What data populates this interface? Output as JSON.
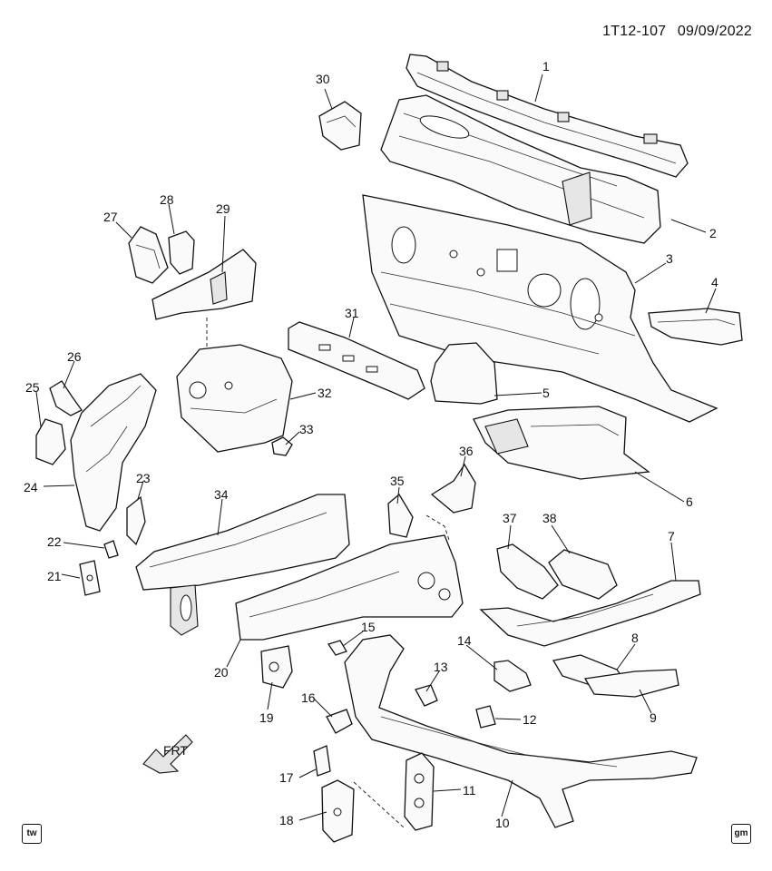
{
  "header": {
    "code": "1T12-107",
    "date": "09/09/2022"
  },
  "direction_label": "FRT",
  "badges": {
    "left": "tw",
    "right": "gm"
  },
  "callouts": {
    "n1": "1",
    "n2": "2",
    "n3": "3",
    "n4": "4",
    "n5": "5",
    "n6": "6",
    "n7": "7",
    "n8": "8",
    "n9": "9",
    "n10": "10",
    "n11": "11",
    "n12": "12",
    "n13": "13",
    "n14": "14",
    "n15": "15",
    "n16": "16",
    "n17": "17",
    "n18": "18",
    "n19": "19",
    "n20": "20",
    "n21": "21",
    "n22": "22",
    "n23": "23",
    "n24": "24",
    "n25": "25",
    "n26": "26",
    "n27": "27",
    "n28": "28",
    "n29": "29",
    "n30": "30",
    "n31": "31",
    "n32": "32",
    "n33": "33",
    "n34": "34",
    "n35": "35",
    "n36": "36",
    "n37": "37",
    "n38": "38"
  }
}
